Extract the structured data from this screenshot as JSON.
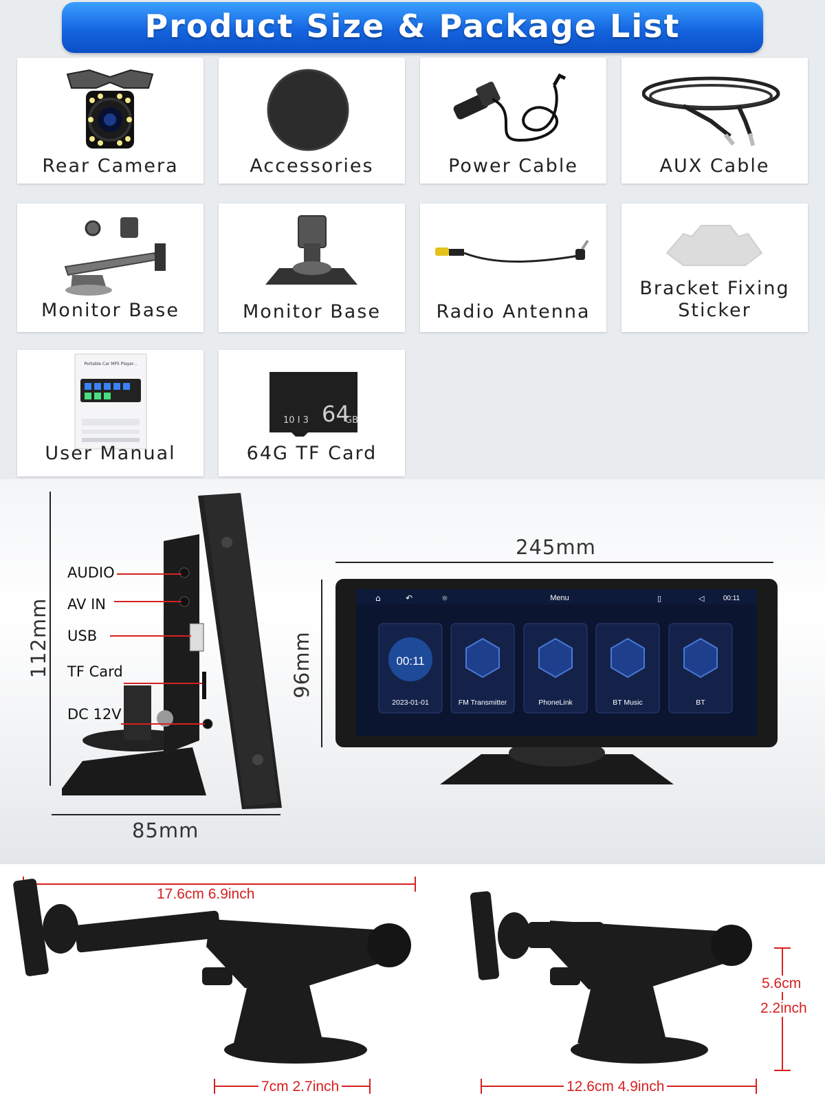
{
  "banner": {
    "title": "Product Size & Package List"
  },
  "package_items": [
    {
      "label": "Rear Camera",
      "icon": "rear-camera-icon"
    },
    {
      "label": "Accessories",
      "icon": "adhesive-disc-icon"
    },
    {
      "label": "Power Cable",
      "icon": "car-charger-cable-icon"
    },
    {
      "label": "AUX Cable",
      "icon": "aux-cable-icon"
    },
    {
      "label": "Monitor Base",
      "icon": "suction-arm-mount-icon"
    },
    {
      "label": "Monitor Base",
      "icon": "dash-mount-icon"
    },
    {
      "label": "Radio Antenna",
      "icon": "antenna-wire-icon"
    },
    {
      "label": "Bracket Fixing Sticker",
      "icon": "sticker-icon"
    },
    {
      "label": "User Manual",
      "icon": "manual-booklet-icon"
    },
    {
      "label": "64G TF Card",
      "icon": "sd-card-icon"
    }
  ],
  "sd_card": {
    "capacity": "64",
    "unit": "GB",
    "marks": "10 I 3"
  },
  "manual": {
    "title": "Portable Car MP5 Player..."
  },
  "side_view": {
    "ports": [
      "AUDIO",
      "AV IN",
      "USB",
      "TF Card",
      "DC 12V"
    ],
    "height": "112mm",
    "depth": "85mm"
  },
  "front_view": {
    "width": "245mm",
    "height": "96mm",
    "screen": {
      "menu_title": "Menu",
      "time": "00:11",
      "clock_tile_time": "00:11",
      "date": "2023-01-01",
      "apps": [
        "FM Transmitter",
        "PhoneLink",
        "BT Music",
        "BT"
      ]
    }
  },
  "mounts": {
    "extended_length": "17.6cm 6.9inch",
    "base_width_large": "7cm 2.7inch",
    "compact_length": "12.6cm 4.9inch",
    "height_cm": "5.6cm",
    "height_inch": "2.2inch"
  },
  "colors": {
    "banner": "#1565e0",
    "annotation_red": "#d62020"
  }
}
